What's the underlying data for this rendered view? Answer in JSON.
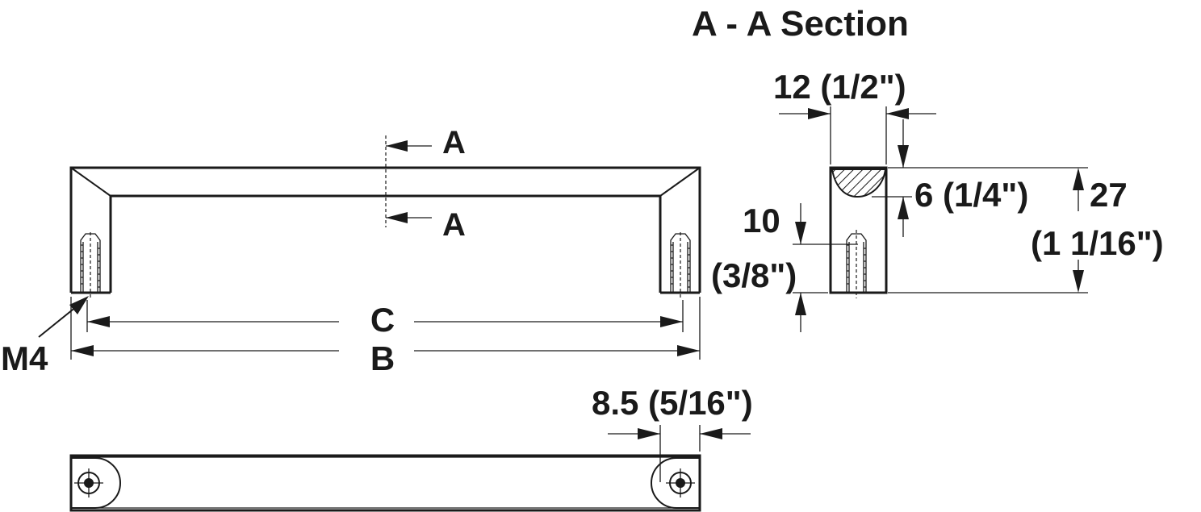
{
  "drawing": {
    "section_title": "A - A Section",
    "section_marker_top": "A",
    "section_marker_bottom": "A",
    "dim_c": "C",
    "dim_b": "B",
    "thread_label": "M4",
    "width_12": "12 (1/2\")",
    "depth_6": "6 (1/4\")",
    "height_27_line1": "27",
    "height_27_line2": "(1 1/16\")",
    "thread_10_line1": "10",
    "thread_10_line2": "(3/8\")",
    "hole_85": "8.5 (5/16\")"
  },
  "colors": {
    "line": "#1a1a1a",
    "background": "#ffffff"
  }
}
